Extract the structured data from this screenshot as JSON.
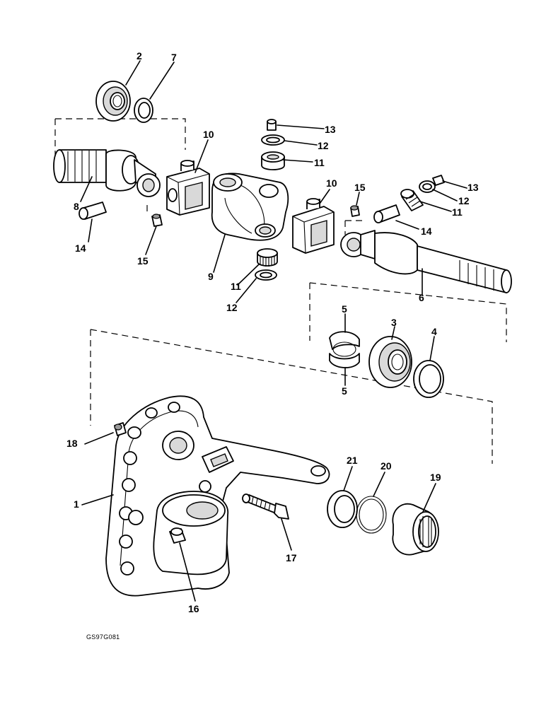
{
  "callouts": [
    "1",
    "2",
    "3",
    "4",
    "5",
    "5",
    "6",
    "7",
    "8",
    "9",
    "10",
    "10",
    "11",
    "11",
    "11",
    "12",
    "12",
    "12",
    "13",
    "13",
    "14",
    "14",
    "15",
    "15",
    "16",
    "17",
    "18",
    "19",
    "20",
    "21"
  ],
  "drawing_code": "GS97G081"
}
